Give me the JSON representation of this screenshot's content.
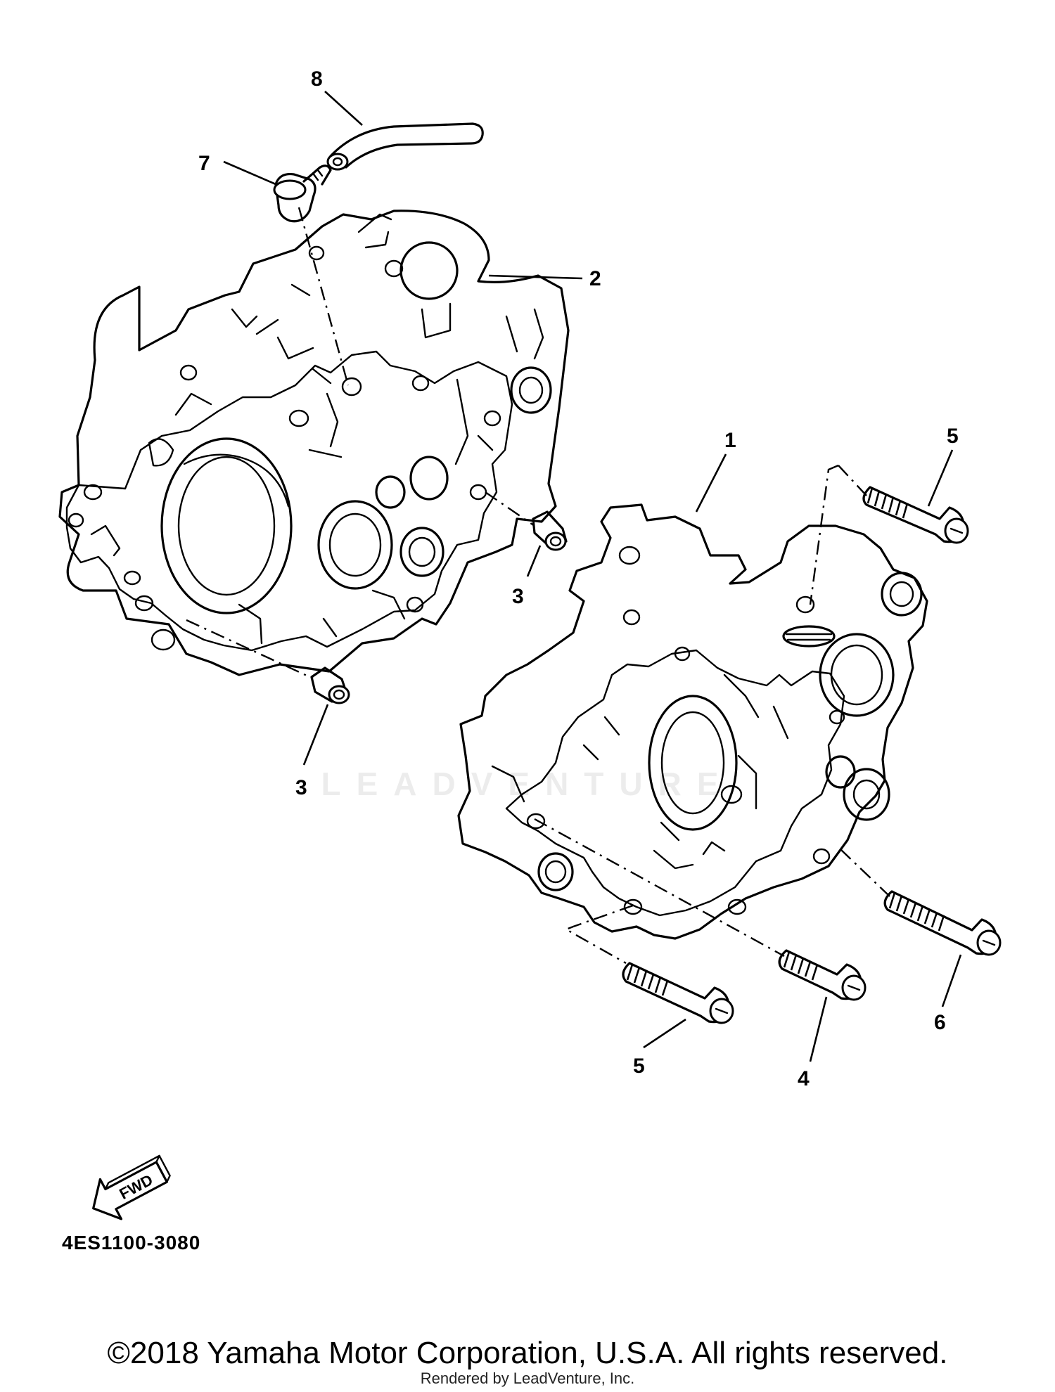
{
  "callouts": {
    "c1": "1",
    "c2": "2",
    "c3a": "3",
    "c3b": "3",
    "c4": "4",
    "c5a": "5",
    "c5b": "5",
    "c6": "6",
    "c7": "7",
    "c8": "8"
  },
  "fwd_label": "FWD",
  "diagram_code": "4ES1100-3080",
  "watermark": "LEADVENTURE",
  "copyright": "©2018 Yamaha Motor Corporation, U.S.A. All rights reserved.",
  "rendered_by": "Rendered by LeadVenture, Inc.",
  "colors": {
    "line": "#000000",
    "background": "#ffffff"
  }
}
